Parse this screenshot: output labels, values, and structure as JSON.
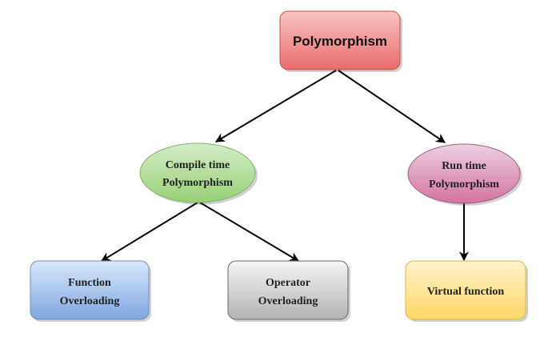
{
  "diagram": {
    "title": "Polymorphism",
    "nodes": {
      "root": {
        "label": "Polymorphism",
        "color_top": "#f8c4c4",
        "color_bottom": "#ea6b6b",
        "stroke": "#b85450"
      },
      "compile": {
        "lines": [
          "Compile time",
          "Polymorphism"
        ],
        "color_top": "#d5ecc6",
        "color_bottom": "#97d077",
        "stroke": "#82b366"
      },
      "runtime": {
        "lines": [
          "Run time",
          "Polymorphism"
        ],
        "color_top": "#ebd0e2",
        "color_bottom": "#d5739d",
        "stroke": "#996185"
      },
      "function_overloading": {
        "lines": [
          "Function",
          "Overloading"
        ],
        "color_top": "#dae8fc",
        "color_bottom": "#7ea6e0",
        "stroke": "#6c8ebf"
      },
      "operator_overloading": {
        "lines": [
          "Operator",
          "Overloading"
        ],
        "color_top": "#f5f5f5",
        "color_bottom": "#b3b3b3",
        "stroke": "#666666"
      },
      "virtual_function": {
        "label": "Virtual function",
        "color_top": "#fff2cc",
        "color_bottom": "#ffd966",
        "stroke": "#d6b656"
      }
    },
    "edges": [
      {
        "from": "root",
        "to": "compile"
      },
      {
        "from": "root",
        "to": "runtime"
      },
      {
        "from": "compile",
        "to": "function_overloading"
      },
      {
        "from": "compile",
        "to": "operator_overloading"
      },
      {
        "from": "runtime",
        "to": "virtual_function"
      }
    ]
  }
}
